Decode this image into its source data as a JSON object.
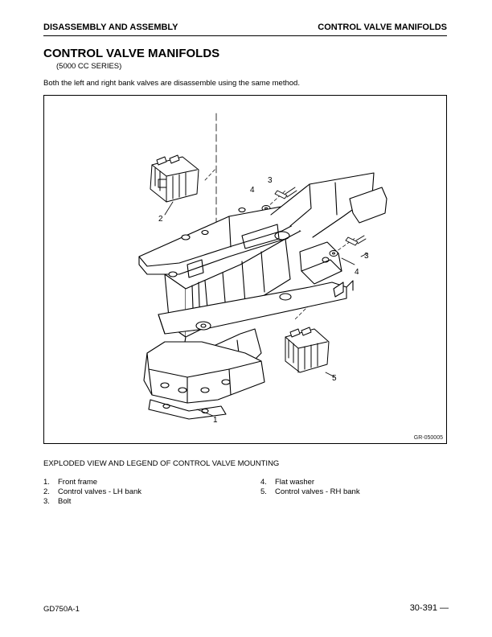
{
  "header": {
    "left": "DISASSEMBLY AND ASSEMBLY",
    "right": "CONTROL VALVE MANIFOLDS"
  },
  "title": "CONTROL VALVE MANIFOLDS",
  "subtitle": "(5000 CC SERIES)",
  "intro": "Both the left and right bank valves are disassemble using the same method.",
  "figure": {
    "id": "GR-050005",
    "callouts": [
      "1",
      "2",
      "3",
      "3",
      "4",
      "4",
      "5"
    ]
  },
  "caption": "EXPLODED VIEW AND LEGEND OF CONTROL VALVE MOUNTING",
  "legend": [
    {
      "num": "1.",
      "text": "Front frame"
    },
    {
      "num": "2.",
      "text": "Control valves - LH bank"
    },
    {
      "num": "3.",
      "text": "Bolt"
    },
    {
      "num": "4.",
      "text": "Flat washer"
    },
    {
      "num": "5.",
      "text": "Control valves - RH bank"
    }
  ],
  "footer": {
    "left": "GD750A-1",
    "right": "30-391 —"
  }
}
